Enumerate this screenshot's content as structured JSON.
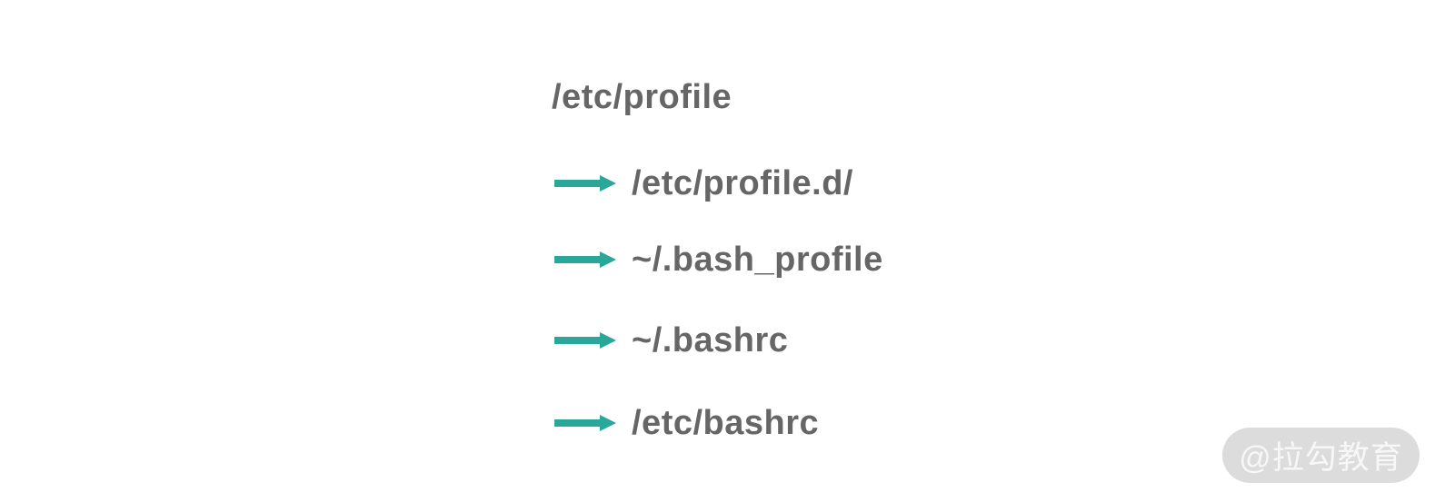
{
  "diagram": {
    "title": "/etc/profile",
    "rows": [
      {
        "icon": "right-arrow",
        "label": "/etc/profile.d/"
      },
      {
        "icon": "right-arrow",
        "label": "~/.bash_profile"
      },
      {
        "icon": "right-arrow",
        "label": "~/.bashrc"
      },
      {
        "icon": "right-arrow",
        "label": "/etc/bashrc"
      }
    ]
  },
  "watermark": {
    "label": "@拉勾教育"
  },
  "colors": {
    "background": "#ffffff",
    "text": "#666666",
    "arrow": "#2aa79b",
    "watermark_bg": "#dcdcdc",
    "watermark_text": "#f7f7f7"
  }
}
